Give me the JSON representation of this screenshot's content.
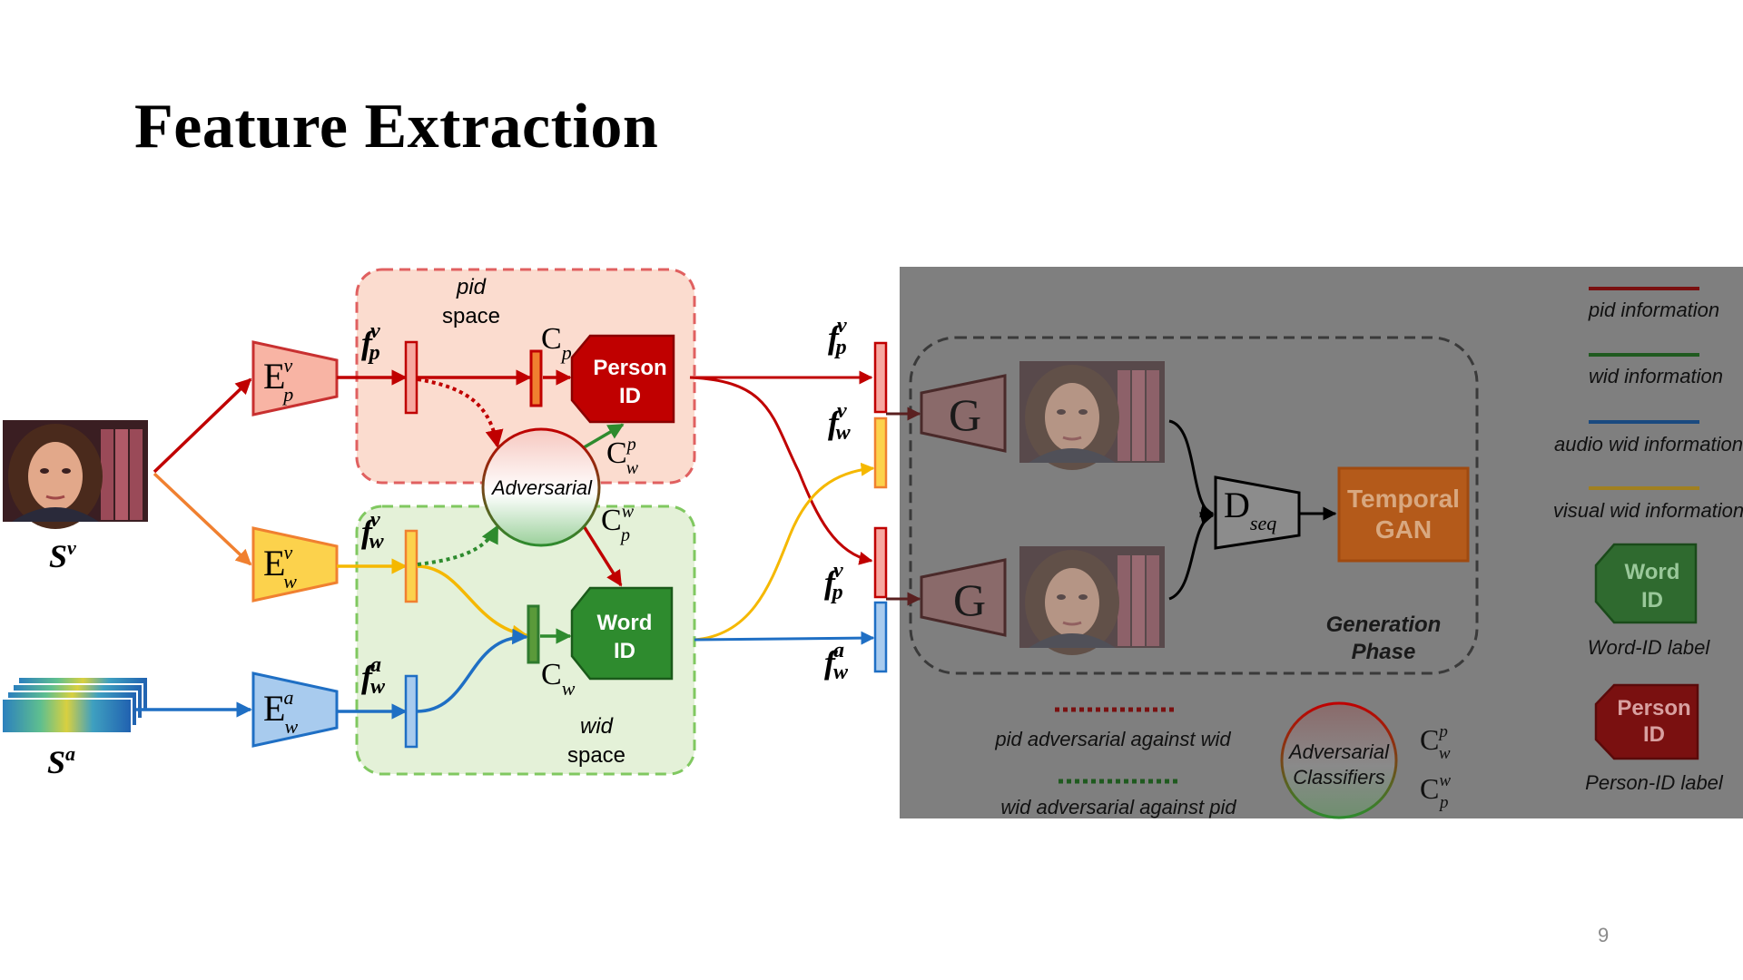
{
  "slide": {
    "title": "Feature Extraction",
    "page_number": "9"
  },
  "inputs": {
    "visual_symbol": "S",
    "visual_sup": "v",
    "audio_symbol": "S",
    "audio_sup": "a"
  },
  "encoders": {
    "ep": {
      "base": "E",
      "sup": "v",
      "sub": "p"
    },
    "ewv": {
      "base": "E",
      "sup": "v",
      "sub": "w"
    },
    "ewa": {
      "base": "E",
      "sup": "a",
      "sub": "w"
    }
  },
  "features": {
    "fpv": {
      "base": "f",
      "sub": "p",
      "sup": "v"
    },
    "fwv": {
      "base": "f",
      "sub": "w",
      "sup": "v"
    },
    "fwa": {
      "base": "f",
      "sub": "w",
      "sup": "a"
    }
  },
  "spaces": {
    "pid": {
      "line1": "pid",
      "line2": "space"
    },
    "wid": {
      "line1": "wid",
      "line2": "space"
    }
  },
  "classifiers": {
    "cp": {
      "base": "C",
      "sub": "p"
    },
    "cw": {
      "base": "C",
      "sub": "w"
    },
    "cwp": {
      "base": "C",
      "sup": "p",
      "sub": "w"
    },
    "cpw": {
      "base": "C",
      "sup": "w",
      "sub": "p"
    }
  },
  "blocks": {
    "person_id": {
      "line1": "Person",
      "line2": "ID"
    },
    "word_id": {
      "line1": "Word",
      "line2": "ID"
    },
    "adversarial": "Adversarial",
    "generator": "G",
    "discriminator": {
      "base": "D",
      "sub": "seq"
    },
    "temporal_gan": {
      "line1": "Temporal",
      "line2": "GAN"
    },
    "generation_phase": {
      "line1": "Generation",
      "line2": "Phase"
    }
  },
  "legend": {
    "pid_information": "pid information",
    "wid_information": "wid information",
    "audio_wid_information": "audio wid information",
    "visual_wid_information": "visual wid information",
    "word_id_label": "Word-ID label",
    "person_id_label": "Person-ID label",
    "pid_adversarial": "pid adversarial against wid",
    "wid_adversarial": "wid adversarial against pid",
    "adversarial_classifiers": {
      "line1": "Adversarial",
      "line2": "Classifiers"
    },
    "word_id_block": {
      "line1": "Word",
      "line2": "ID"
    },
    "person_id_block": {
      "line1": "Person",
      "line2": "ID"
    }
  },
  "colors": {
    "pid": "#c00000",
    "wid": "#2e8b2e",
    "audio": "#1f6fc4",
    "visual": "#f5b800",
    "encoder_orange": "#f08030",
    "overlay": "#7f7f7f"
  }
}
